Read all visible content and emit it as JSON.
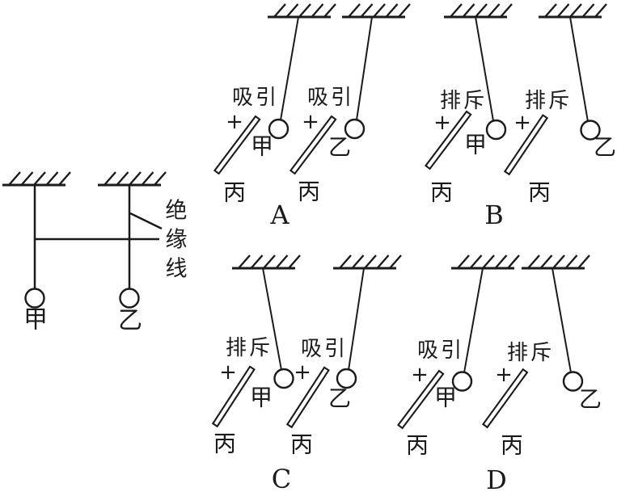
{
  "colors": {
    "ink": "#1b1b1b",
    "background": "#ffffff"
  },
  "setup_figure": {
    "ball_left_label": "甲",
    "ball_right_label": "乙",
    "insulating_thread_label": "绝缘线",
    "insulating_thread_chars": [
      "绝",
      "缘",
      "线"
    ]
  },
  "options": [
    {
      "letter": "A",
      "panels": [
        {
          "interaction_label": "吸引",
          "charge_sign": "+",
          "rod_label": "丙",
          "ball_label": "甲",
          "deflection": "toward-rod"
        },
        {
          "interaction_label": "吸引",
          "charge_sign": "+",
          "rod_label": "丙",
          "ball_label": "乙",
          "deflection": "toward-rod"
        }
      ]
    },
    {
      "letter": "B",
      "panels": [
        {
          "interaction_label": "排斥",
          "charge_sign": "+",
          "rod_label": "丙",
          "ball_label": "甲",
          "deflection": "away-from-rod"
        },
        {
          "interaction_label": "排斥",
          "charge_sign": "+",
          "rod_label": "丙",
          "ball_label": "乙",
          "deflection": "away-from-rod"
        }
      ]
    },
    {
      "letter": "C",
      "panels": [
        {
          "interaction_label": "排斥",
          "charge_sign": "+",
          "rod_label": "丙",
          "ball_label": "甲",
          "deflection": "away-from-rod"
        },
        {
          "interaction_label": "吸引",
          "charge_sign": "+",
          "rod_label": "丙",
          "ball_label": "乙",
          "deflection": "toward-rod"
        }
      ]
    },
    {
      "letter": "D",
      "panels": [
        {
          "interaction_label": "吸引",
          "charge_sign": "+",
          "rod_label": "丙",
          "ball_label": "甲",
          "deflection": "toward-rod"
        },
        {
          "interaction_label": "排斥",
          "charge_sign": "+",
          "rod_label": "丙",
          "ball_label": "乙",
          "deflection": "away-from-rod"
        }
      ]
    }
  ]
}
